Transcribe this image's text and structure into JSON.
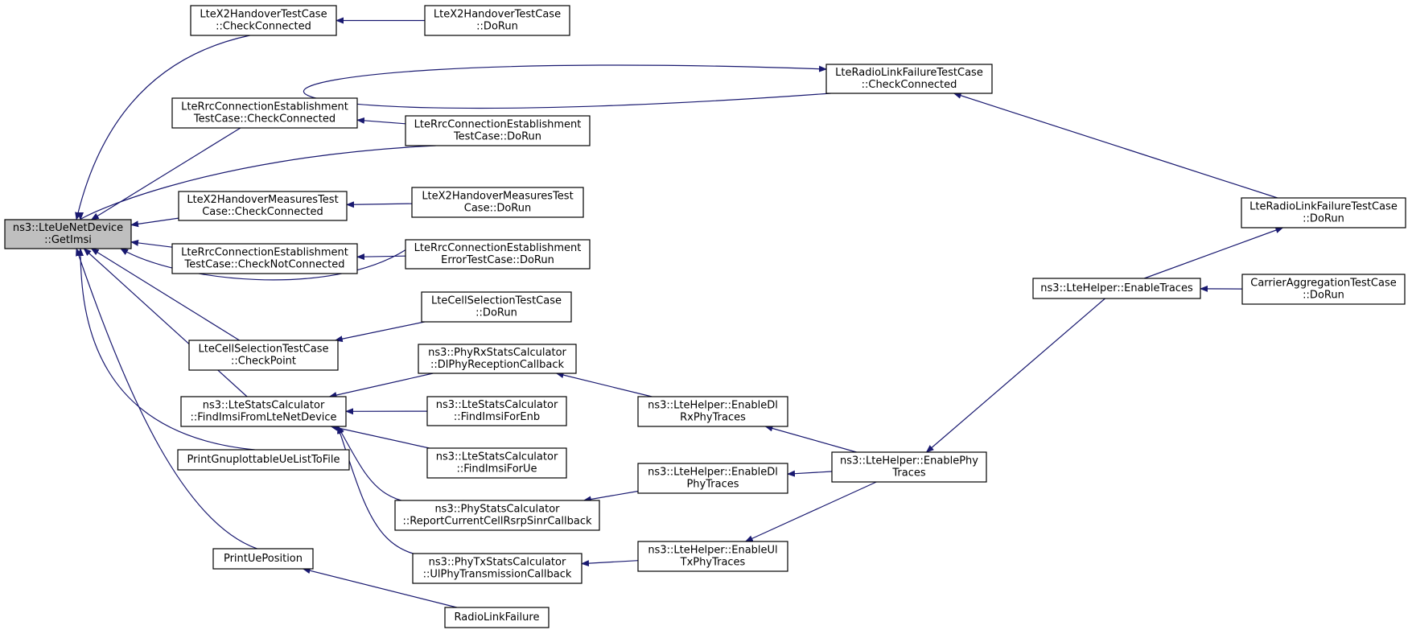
{
  "diagram": {
    "nodes": [
      {
        "id": "n0",
        "lines": [
          "ns3::LteUeNetDevice",
          "::GetImsi"
        ],
        "root": true
      },
      {
        "id": "n1",
        "lines": [
          "LteX2HandoverTestCase",
          "::CheckConnected"
        ]
      },
      {
        "id": "n2",
        "lines": [
          "LteX2HandoverTestCase",
          "::DoRun"
        ]
      },
      {
        "id": "n3",
        "lines": [
          "LteRadioLinkFailureTestCase",
          "::CheckConnected"
        ]
      },
      {
        "id": "n4",
        "lines": [
          "LteRadioLinkFailureTestCase",
          "::DoRun"
        ]
      },
      {
        "id": "n5",
        "lines": [
          "LteRrcConnectionEstablishment",
          "TestCase::CheckConnected"
        ]
      },
      {
        "id": "n6",
        "lines": [
          "LteRrcConnectionEstablishment",
          "TestCase::DoRun"
        ]
      },
      {
        "id": "n7",
        "lines": [
          "LteX2HandoverMeasuresTest",
          "Case::CheckConnected"
        ]
      },
      {
        "id": "n8",
        "lines": [
          "LteX2HandoverMeasuresTest",
          "Case::DoRun"
        ]
      },
      {
        "id": "n9",
        "lines": [
          "LteRrcConnectionEstablishment",
          "TestCase::CheckNotConnected"
        ]
      },
      {
        "id": "n10",
        "lines": [
          "LteRrcConnectionEstablishment",
          "ErrorTestCase::DoRun"
        ]
      },
      {
        "id": "n11",
        "lines": [
          "LteCellSelectionTestCase",
          "::DoRun"
        ]
      },
      {
        "id": "n12",
        "lines": [
          "LteCellSelectionTestCase",
          "::CheckPoint"
        ]
      },
      {
        "id": "n13",
        "lines": [
          "ns3::LteStatsCalculator",
          "::FindImsiFromLteNetDevice"
        ]
      },
      {
        "id": "n14",
        "lines": [
          "ns3::PhyRxStatsCalculator",
          "::DlPhyReceptionCallback"
        ]
      },
      {
        "id": "n15",
        "lines": [
          "ns3::LteStatsCalculator",
          "::FindImsiForEnb"
        ]
      },
      {
        "id": "n16",
        "lines": [
          "ns3::LteStatsCalculator",
          "::FindImsiForUe"
        ]
      },
      {
        "id": "n17",
        "lines": [
          "ns3::PhyStatsCalculator",
          "::ReportCurrentCellRsrpSinrCallback"
        ]
      },
      {
        "id": "n18",
        "lines": [
          "ns3::PhyTxStatsCalculator",
          "::UlPhyTransmissionCallback"
        ]
      },
      {
        "id": "n19",
        "lines": [
          "PrintGnuplottableUeListToFile"
        ]
      },
      {
        "id": "n20",
        "lines": [
          "PrintUePosition"
        ]
      },
      {
        "id": "n21",
        "lines": [
          "RadioLinkFailure"
        ]
      },
      {
        "id": "n22",
        "lines": [
          "ns3::LteHelper::EnableDl",
          "RxPhyTraces"
        ]
      },
      {
        "id": "n23",
        "lines": [
          "ns3::LteHelper::EnableDl",
          "PhyTraces"
        ]
      },
      {
        "id": "n24",
        "lines": [
          "ns3::LteHelper::EnableUl",
          "TxPhyTraces"
        ]
      },
      {
        "id": "n25",
        "lines": [
          "ns3::LteHelper::EnablePhy",
          "Traces"
        ]
      },
      {
        "id": "n26",
        "lines": [
          "ns3::LteHelper::EnableTraces"
        ]
      },
      {
        "id": "n27",
        "lines": [
          "CarrierAggregationTestCase",
          "::DoRun"
        ]
      }
    ],
    "edges": [
      {
        "from": "n2",
        "to": "n1"
      },
      {
        "from": "n1",
        "to": "n0"
      },
      {
        "from": "n3",
        "to": "n0"
      },
      {
        "from": "n4",
        "to": "n3"
      },
      {
        "from": "n5",
        "to": "n0"
      },
      {
        "from": "n6",
        "to": "n5"
      },
      {
        "from": "n6",
        "to": "n0"
      },
      {
        "from": "n7",
        "to": "n0"
      },
      {
        "from": "n8",
        "to": "n7"
      },
      {
        "from": "n9",
        "to": "n0"
      },
      {
        "from": "n10",
        "to": "n9"
      },
      {
        "from": "n10",
        "to": "n0"
      },
      {
        "from": "n12",
        "to": "n0"
      },
      {
        "from": "n11",
        "to": "n12"
      },
      {
        "from": "n13",
        "to": "n0"
      },
      {
        "from": "n14",
        "to": "n13"
      },
      {
        "from": "n15",
        "to": "n13"
      },
      {
        "from": "n16",
        "to": "n13"
      },
      {
        "from": "n17",
        "to": "n13"
      },
      {
        "from": "n18",
        "to": "n13"
      },
      {
        "from": "n19",
        "to": "n0"
      },
      {
        "from": "n20",
        "to": "n0"
      },
      {
        "from": "n21",
        "to": "n20"
      },
      {
        "from": "n22",
        "to": "n14"
      },
      {
        "from": "n23",
        "to": "n17"
      },
      {
        "from": "n24",
        "to": "n18"
      },
      {
        "from": "n25",
        "to": "n22"
      },
      {
        "from": "n25",
        "to": "n23"
      },
      {
        "from": "n25",
        "to": "n24"
      },
      {
        "from": "n26",
        "to": "n25"
      },
      {
        "from": "n26",
        "to": "n4"
      },
      {
        "from": "n27",
        "to": "n26"
      }
    ],
    "colors": {
      "edge": "#191970",
      "node_border": "#000000",
      "root_fill": "#bfbfbf",
      "node_fill": "#ffffff",
      "background": "#ffffff"
    }
  }
}
